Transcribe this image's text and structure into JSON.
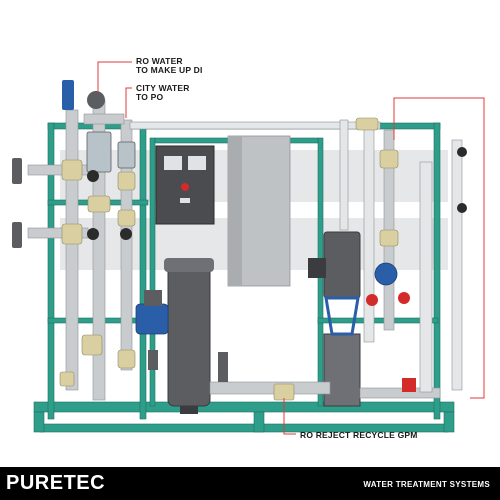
{
  "callouts": {
    "ro_water": "RO WATER\nTO MAKE UP DI",
    "ro_water_line1": "RO WATER",
    "ro_water_line2": "TO MAKE UP DI",
    "city_water_line1": "CITY WATER",
    "city_water_line2": "TO PO",
    "reject_recycle": "RO REJECT RECYCLE GPM"
  },
  "footer": {
    "brand": "PURETEC",
    "tagline": "WATER TREATMENT SYSTEMS"
  },
  "colors": {
    "frame": "#2e9e8a",
    "pipe_gray": "#c9ccce",
    "pipe_light": "#e4e6e8",
    "tank_dark": "#5b5d61",
    "pump_blue": "#2a5ea8",
    "valve_red": "#d32a2a",
    "callout_red": "#e23a3a",
    "fitting_tan": "#d9cfa0",
    "footer_bg": "#000000"
  }
}
